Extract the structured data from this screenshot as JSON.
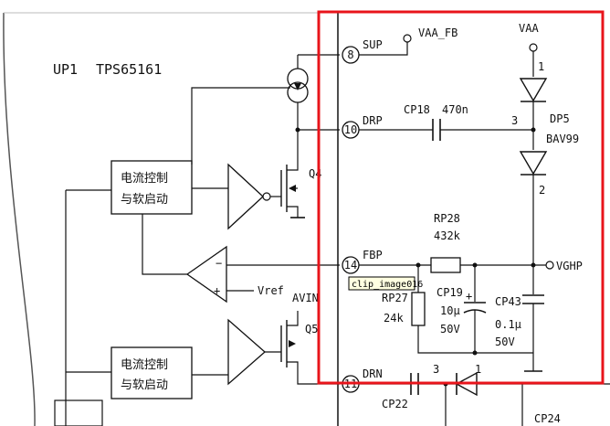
{
  "chip": {
    "designator": "UP1",
    "part": "TPS65161"
  },
  "pins": [
    {
      "name": "SUP",
      "number": "8"
    },
    {
      "name": "DRP",
      "number": "10"
    },
    {
      "name": "FBP",
      "number": "14"
    },
    {
      "name": "DRN",
      "number": "11"
    }
  ],
  "blocks": {
    "current_ctrl_1": [
      "电流控制",
      "与软启动"
    ],
    "current_ctrl_2": [
      "电流控制",
      "与软启动"
    ]
  },
  "labels": {
    "vaa_fb": "VAA_FB",
    "vaa": "VAA",
    "vref": "Vref",
    "avin": "AVIN",
    "vghp": "VGHP",
    "q4": "Q4",
    "q5": "Q5"
  },
  "components": {
    "cp18": {
      "ref": "CP18",
      "value": "470n"
    },
    "rp28": {
      "ref": "RP28",
      "value": "432k"
    },
    "rp27": {
      "ref": "RP27",
      "value": "24k"
    },
    "cp19": {
      "ref": "CP19",
      "value1": "10μ",
      "value2": "50V"
    },
    "cp43": {
      "ref": "CP43",
      "value1": "0.1μ",
      "value2": "50V"
    },
    "dp5": {
      "ref": "DP5",
      "part": "BAV99",
      "pin1": "1",
      "pin2": "2",
      "pin3": "3"
    },
    "cp22": {
      "ref": "CP22"
    },
    "dn": {
      "pin1": "1",
      "pin3": "3"
    },
    "cp24": {
      "ref": "CP24"
    }
  },
  "tooltip": "clip_image016",
  "colors": {
    "highlight": "#e8141b",
    "line": "#111111",
    "chip_outline": "#555555"
  }
}
